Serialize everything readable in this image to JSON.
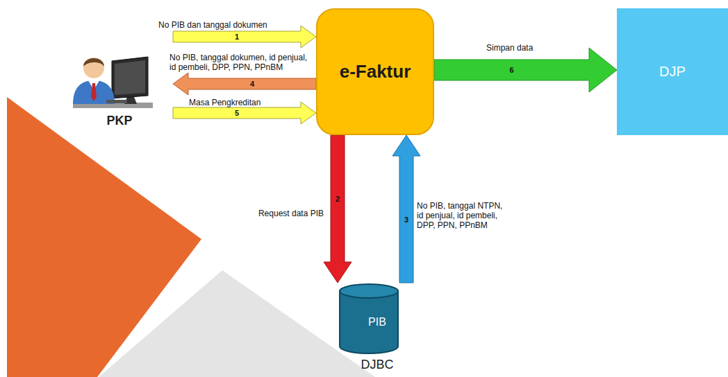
{
  "diagram": {
    "nodes": [
      {
        "text": [
          "PKP"
        ]
      },
      {
        "text": [
          "e-Faktur"
        ]
      },
      {
        "text": [
          "DJP"
        ]
      },
      {
        "text": [
          "PIB",
          "DJBC"
        ]
      }
    ],
    "edges": [
      {
        "from": 0,
        "to": 1,
        "arrow": "to",
        "label": "No PIB dan tanggal dokumen"
      },
      {
        "from": 1,
        "to": 3,
        "arrow": "to",
        "label": "Request data PIB"
      },
      {
        "from": 3,
        "to": 1,
        "arrow": "to",
        "label": "No PIB, tanggal NTPN, id penjual, id pembeli, DPP, PPN, PPnBM"
      },
      {
        "from": 1,
        "to": 0,
        "arrow": "to",
        "label": "No PIB, tanggal dokumen, id penjual, id pembeli, DPP, PPN, PPnBM"
      },
      {
        "from": 0,
        "to": 1,
        "arrow": "to",
        "label": "Masa Pengkreditan"
      },
      {
        "from": 1,
        "to": 2,
        "arrow": "to",
        "label": "Simpan data"
      }
    ],
    "labels": [
      "1",
      "2",
      "3",
      "4",
      "5",
      "6"
    ]
  }
}
